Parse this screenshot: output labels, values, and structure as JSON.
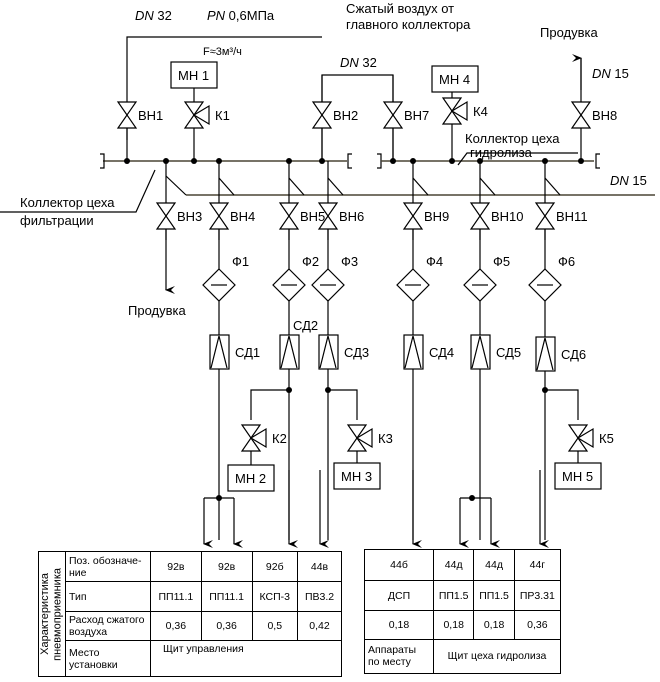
{
  "header": {
    "dn_main": "DN 32",
    "pn": "PN 0,6МПа",
    "source": [
      "Сжатый воздух от",
      "главного коллектора"
    ],
    "flow": "F≈3м³/ч",
    "dn_bypass": "DN 32",
    "purge_top": "Продувка",
    "dn_purge": "DN 15",
    "dn_branch": "DN 15"
  },
  "collectors": {
    "filtration": [
      "Коллектор цеха",
      "фильтрации"
    ],
    "hydrolysis": [
      "Коллектор цеха",
      "гидролиза"
    ]
  },
  "valves": [
    "ВН1",
    "ВН2",
    "ВН3",
    "ВН4",
    "ВН5",
    "ВН6",
    "ВН7",
    "ВН8",
    "ВН9",
    "ВН10",
    "ВН11"
  ],
  "pressure_valves": [
    "К1",
    "К2",
    "К3",
    "К4",
    "К5"
  ],
  "gauges": [
    "МН 1",
    "МН 2",
    "МН 3",
    "МН 4",
    "МН 5"
  ],
  "filters": [
    "Ф1",
    "Ф2",
    "Ф3",
    "Ф4",
    "Ф5",
    "Ф6"
  ],
  "sensors": [
    "СД1",
    "СД2",
    "СД3",
    "СД4",
    "СД5",
    "СД6"
  ],
  "purge_bottom": "Продувка",
  "table_left": {
    "side_header": [
      "Характеристика",
      "пневмоприемника"
    ],
    "row_labels": [
      "Поз. обозначе-ние",
      "Тип",
      "Расход сжатого воздуха",
      "Место установки"
    ],
    "columns": [
      {
        "pos": "92в",
        "type": "ПП11.1",
        "flow": "0,36"
      },
      {
        "pos": "92в",
        "type": "ПП11.1",
        "flow": "0,36"
      },
      {
        "pos": "92б",
        "type": "КСП-3",
        "flow": "0,5"
      },
      {
        "pos": "44в",
        "type": "ПВ3.2",
        "flow": "0,42"
      }
    ],
    "location": "Щит управления"
  },
  "table_right": {
    "columns": [
      {
        "pos": "44б",
        "type": "ДСП",
        "flow": "0,18"
      },
      {
        "pos": "44д",
        "type": "ПП1.5",
        "flow": "0,18"
      },
      {
        "pos": "44д",
        "type": "ПП1.5",
        "flow": "0,18"
      },
      {
        "pos": "44г",
        "type": "ПР3.31",
        "flow": "0,36"
      }
    ],
    "location_local": "Аппараты по месту",
    "location": "Щит цеха гидролиза"
  }
}
